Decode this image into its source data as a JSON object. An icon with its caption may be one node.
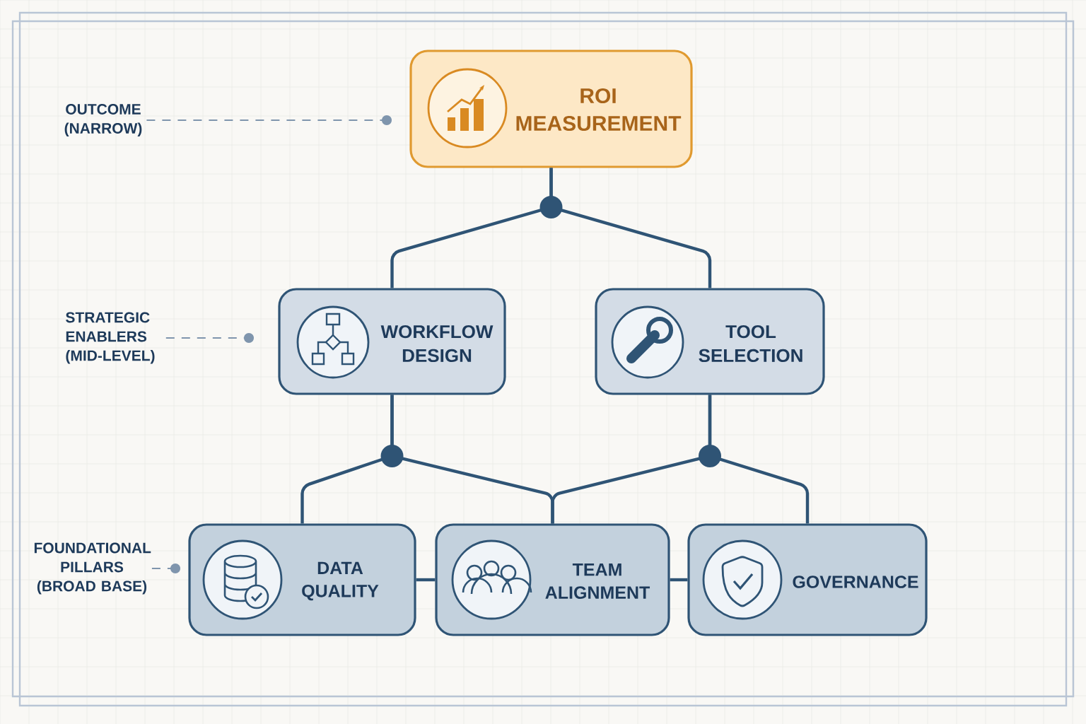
{
  "diagram": {
    "nodes": [
      {
        "text": [
          "ROI MEASUREMENT"
        ]
      },
      {
        "text": [
          "WORKFLOW DESIGN"
        ]
      },
      {
        "text": [
          "TOOL SELECTION"
        ]
      },
      {
        "text": [
          "DATA QUALITY"
        ]
      },
      {
        "text": [
          "TEAM ALIGNMENT"
        ]
      },
      {
        "text": [
          "GOVERNANCE"
        ]
      },
      {
        "text": [
          "OUTCOME (NARROW)"
        ]
      },
      {
        "text": [
          "STRATEGIC ENABLERS (MID-LEVEL)"
        ]
      },
      {
        "text": [
          "FOUNDATIONAL PILLARS (BROAD BASE)"
        ]
      }
    ],
    "edges": [
      {
        "from": 1,
        "to": 0,
        "arrow": "none"
      },
      {
        "from": 2,
        "to": 0,
        "arrow": "none"
      },
      {
        "from": 3,
        "to": 1,
        "arrow": "none"
      },
      {
        "from": 4,
        "to": 1,
        "arrow": "none"
      },
      {
        "from": 4,
        "to": 2,
        "arrow": "none"
      },
      {
        "from": 5,
        "to": 2,
        "arrow": "none"
      },
      {
        "from": 3,
        "to": 4,
        "arrow": "none"
      },
      {
        "from": 4,
        "to": 5,
        "arrow": "none"
      },
      {
        "from": 6,
        "to": null,
        "arrow": "other",
        "style": "dashed",
        "color": "#7f95ad"
      },
      {
        "from": 7,
        "to": null,
        "arrow": "other",
        "style": "dashed",
        "color": "#7f95ad"
      },
      {
        "from": 8,
        "to": null,
        "arrow": "other",
        "style": "dashed",
        "color": "#7f95ad"
      }
    ]
  }
}
